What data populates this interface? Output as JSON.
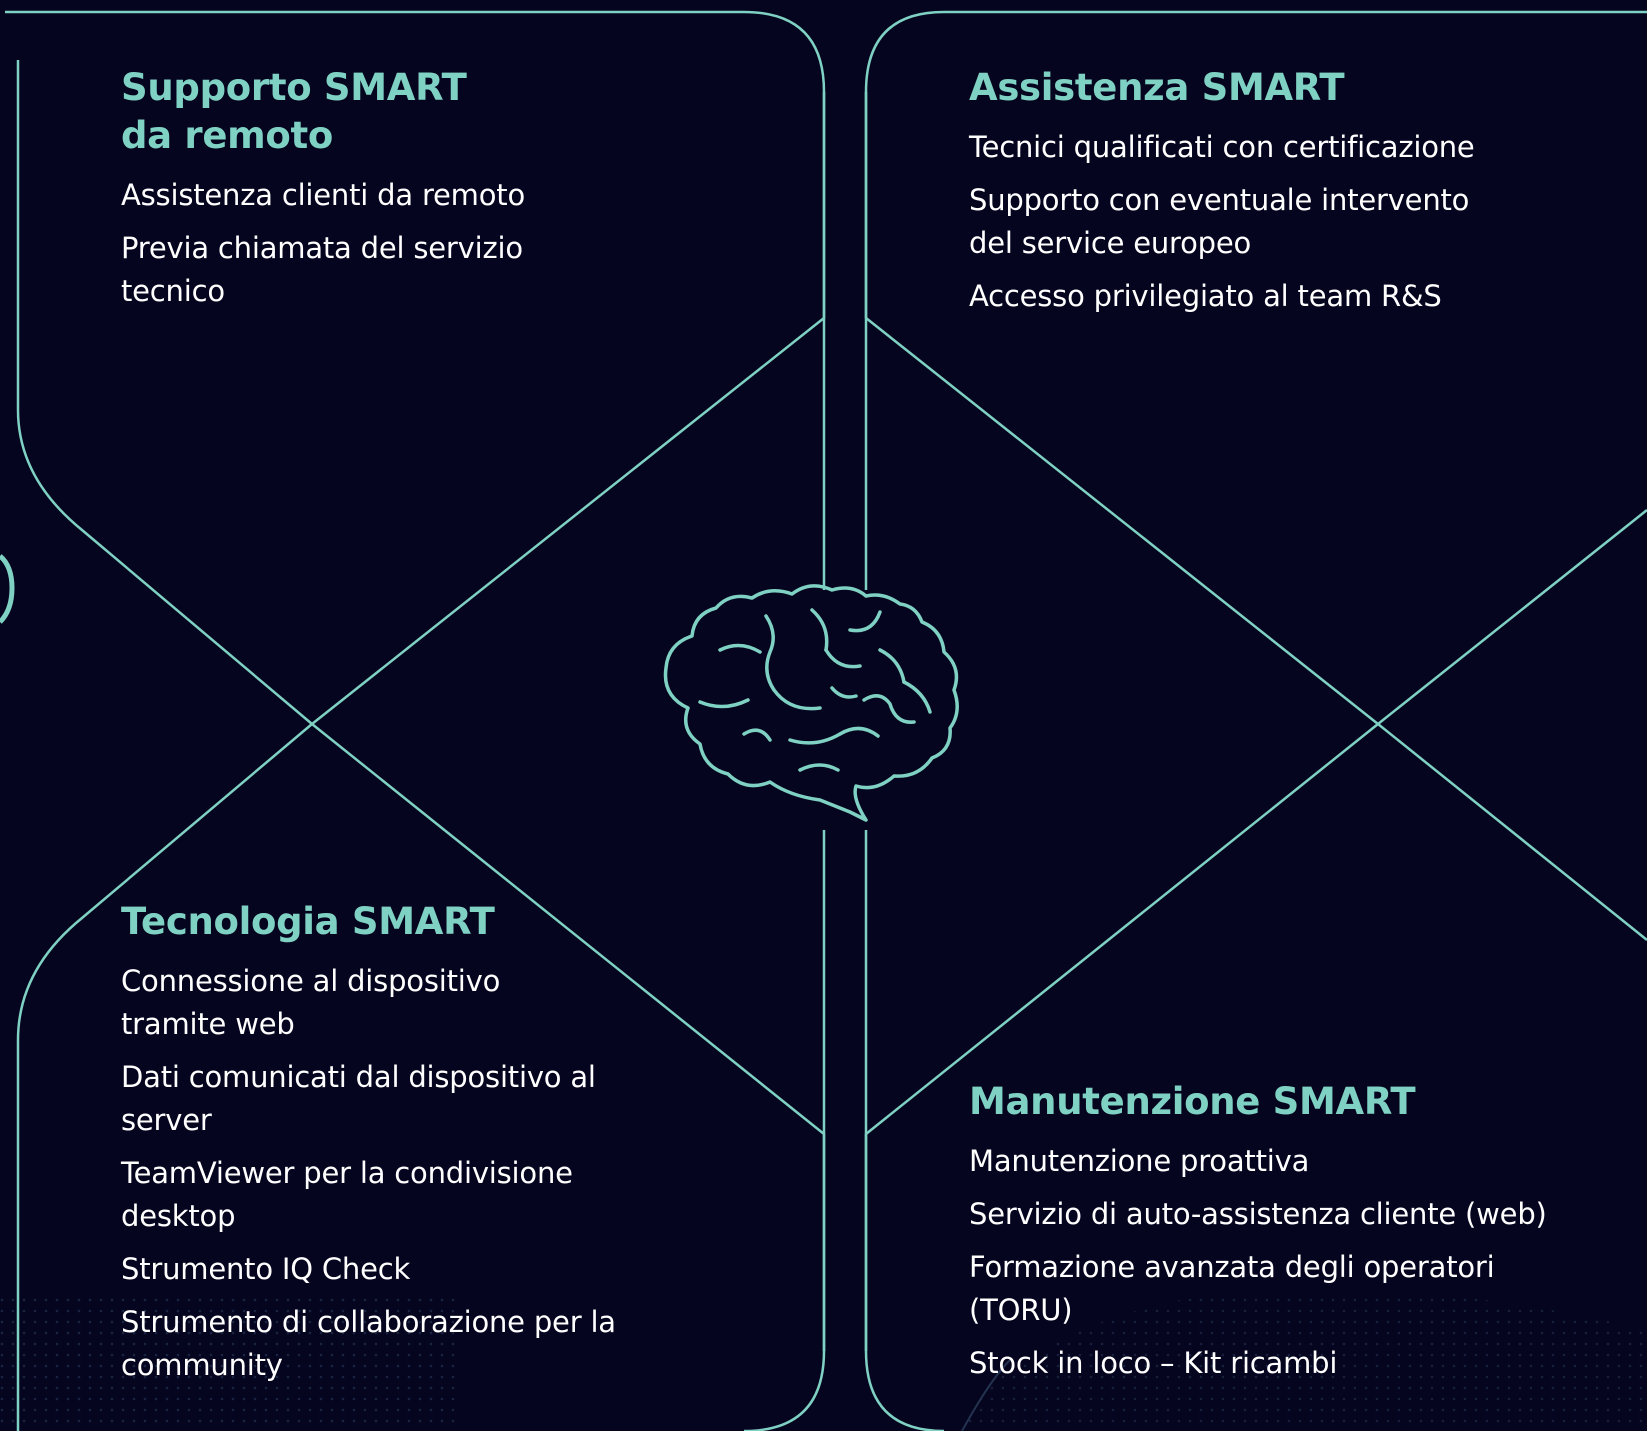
{
  "colors": {
    "background": "#05051f",
    "accent": "#7fd1c3",
    "text": "#ffffff"
  },
  "quadrants": {
    "top_left": {
      "title_line1": "Supporto SMART",
      "title_line2": "da remoto",
      "items": [
        "Assistenza clienti da remoto",
        "Previa chiamata del servizio tecnico"
      ]
    },
    "top_right": {
      "title": "Assistenza SMART",
      "items": [
        "Tecnici qualificati con certificazione",
        "Supporto con eventuale intervento del service europeo",
        "Accesso privilegiato al team R&S"
      ]
    },
    "bottom_left": {
      "title": "Tecnologia SMART",
      "items": [
        "Connessione al dispositivo tramite web",
        "Dati comunicati dal dispositivo al server",
        "TeamViewer per la condivisione desktop",
        "Strumento IQ Check",
        "Strumento di collaborazione per la community"
      ]
    },
    "bottom_right": {
      "title": "Manutenzione SMART",
      "items": [
        "Manutenzione proattiva",
        "Servizio di auto-assistenza cliente (web)",
        "Formazione avanzata degli operatori (TORU)",
        "Stock in loco – Kit ricambi"
      ]
    }
  },
  "center_icon": "brain-icon"
}
